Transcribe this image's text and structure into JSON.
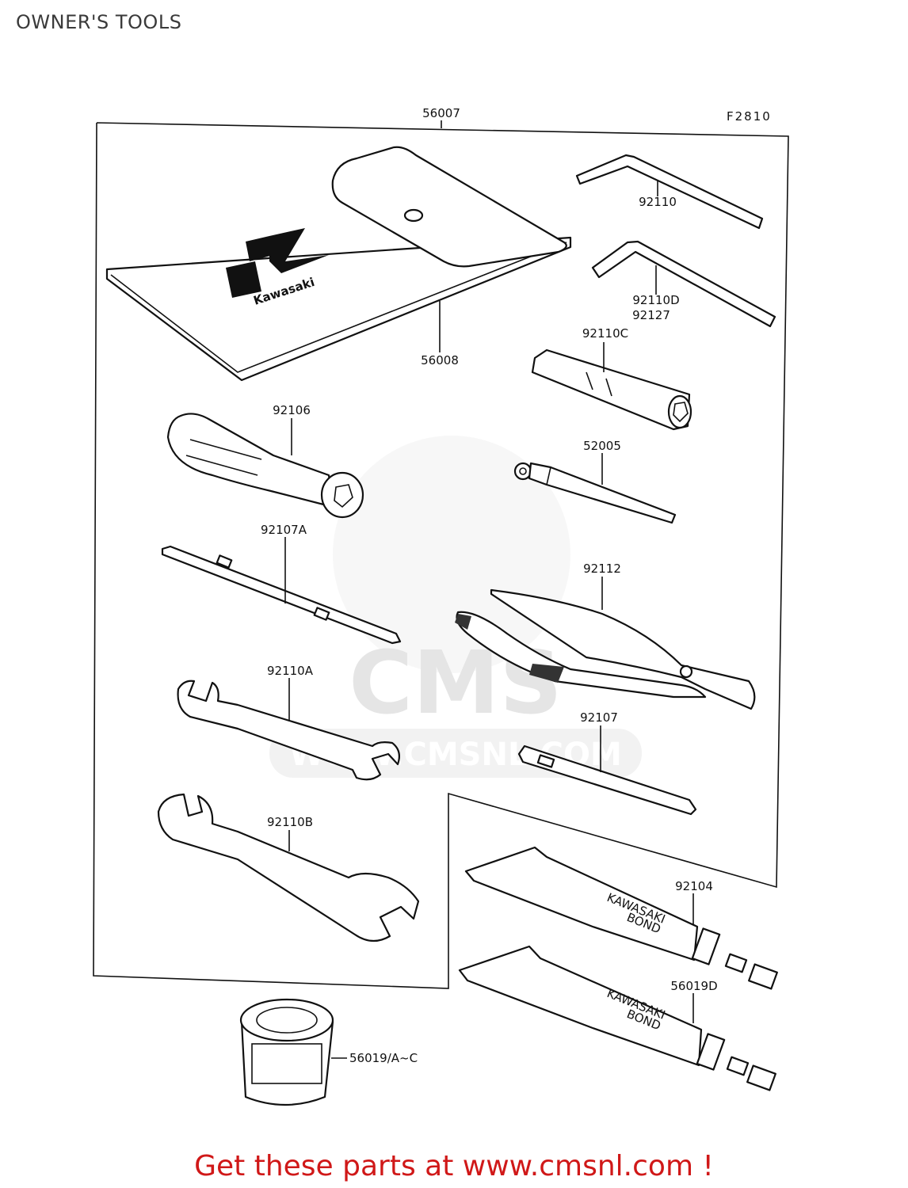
{
  "header": {
    "title": "OWNER'S TOOLS"
  },
  "diagram": {
    "figure_code": "F2810",
    "parts": [
      {
        "id": "p-56007",
        "number": "56007"
      },
      {
        "id": "p-56008",
        "number": "56008"
      },
      {
        "id": "p-92110",
        "number": "92110"
      },
      {
        "id": "p-92110d",
        "number": "92110D"
      },
      {
        "id": "p-92127",
        "number": "92127"
      },
      {
        "id": "p-92110c",
        "number": "92110C"
      },
      {
        "id": "p-92106",
        "number": "92106"
      },
      {
        "id": "p-52005",
        "number": "52005"
      },
      {
        "id": "p-92107a",
        "number": "92107A"
      },
      {
        "id": "p-92112",
        "number": "92112"
      },
      {
        "id": "p-92110a",
        "number": "92110A"
      },
      {
        "id": "p-92107",
        "number": "92107"
      },
      {
        "id": "p-92110b",
        "number": "92110B"
      },
      {
        "id": "p-92104",
        "number": "92104"
      },
      {
        "id": "p-56019d",
        "number": "56019D"
      },
      {
        "id": "p-56019a-c",
        "number": "56019/A~C"
      }
    ],
    "pouch_logo": "Kawasaki",
    "tube_brand_1": "KAWASAKI",
    "tube_brand_2": "BOND",
    "watermark": "WWW.CMSNL.COM"
  },
  "footer": {
    "link_text": "Get these parts at www.cmsnl.com !"
  }
}
